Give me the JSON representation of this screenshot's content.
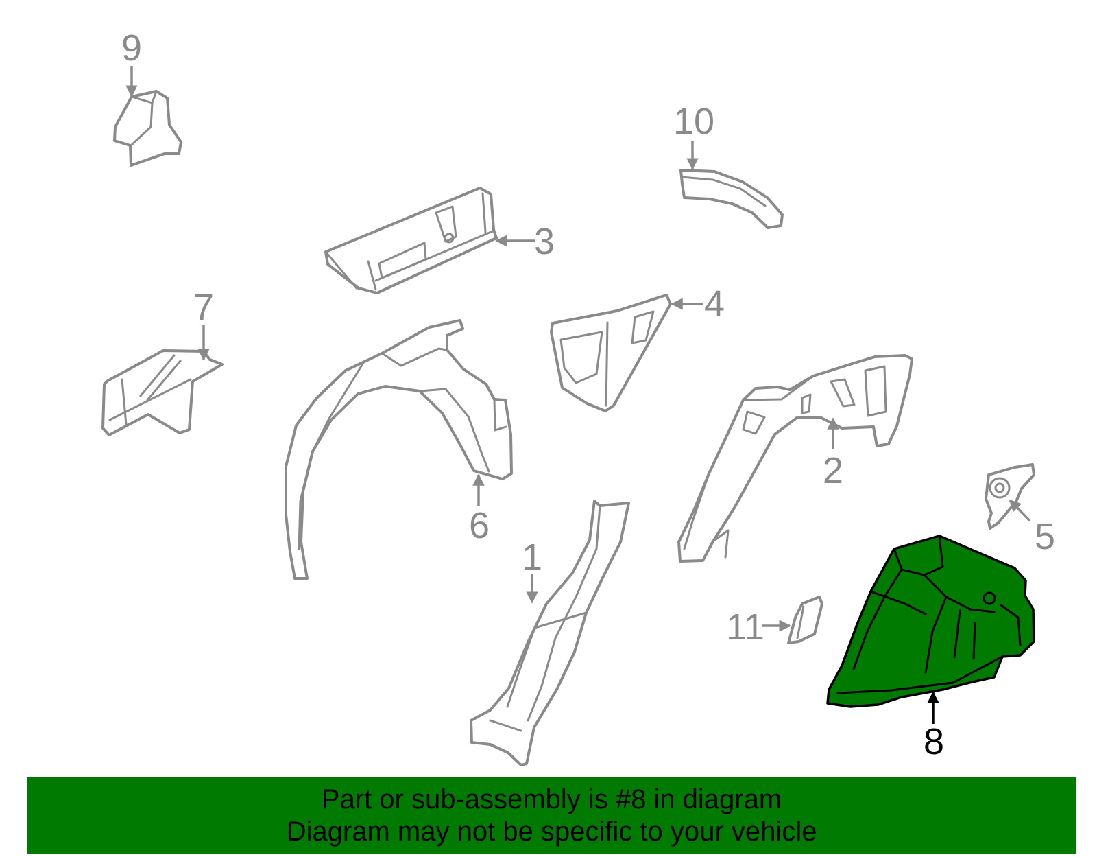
{
  "colors": {
    "part_outline": "#8a8a8a",
    "highlight_fill": "#007a00",
    "banner_bg": "#007a00",
    "text": "#000000"
  },
  "callouts": [
    "1",
    "2",
    "3",
    "4",
    "5",
    "6",
    "7",
    "8",
    "9",
    "10",
    "11"
  ],
  "highlighted_part": "8",
  "banner": {
    "line1": "Part or sub-assembly is #8 in diagram",
    "line2": "Diagram may not be specific to your vehicle"
  }
}
